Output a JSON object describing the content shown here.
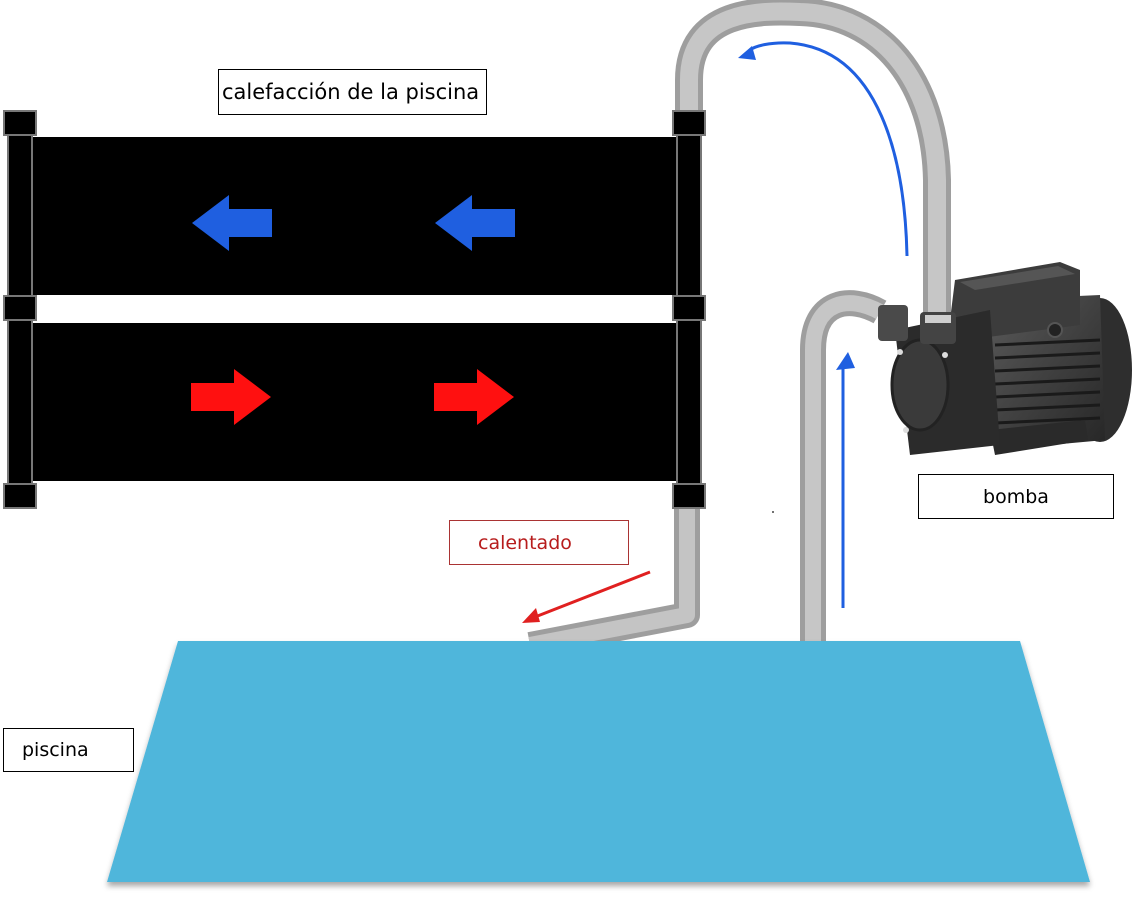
{
  "labels": {
    "title": "calefacción de la piscina",
    "pump": "bomba",
    "heated": "calentado",
    "pool": "piscina"
  },
  "colors": {
    "panel": "#000000",
    "pipe": "#b8b8b8",
    "pipe_edge": "#9a9a9a",
    "cold_arrow": "#1f5fe0",
    "hot_arrow": "#ff1010",
    "pool_water": "#4fb6db",
    "pump_body": "#3a3a3a",
    "label_heated": "#b71c1c"
  },
  "icons": {
    "cold_flow": "arrow-left-icon",
    "hot_flow": "arrow-right-icon",
    "pump": "water-pump-icon"
  }
}
